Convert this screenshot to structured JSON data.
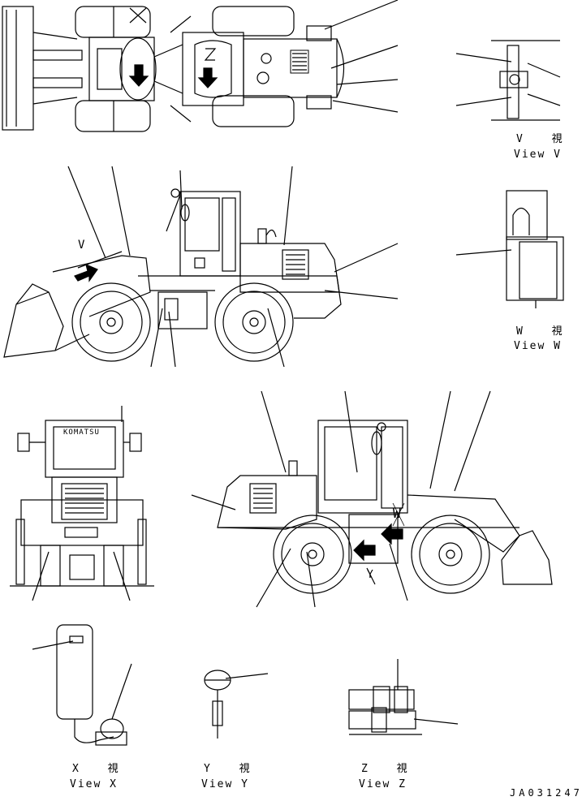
{
  "views": {
    "v": {
      "jp": "V 視",
      "en": "View V"
    },
    "w": {
      "jp": "W 視",
      "en": "View W"
    },
    "x": {
      "jp": "X 視",
      "en": "View X"
    },
    "y": {
      "jp": "Y 視",
      "en": "View Y"
    },
    "z": {
      "jp": "Z 視",
      "en": "View Z"
    }
  },
  "markers": {
    "x": "X",
    "z": "Z",
    "w": "W",
    "v": "V",
    "y": "Y"
  },
  "brand": "KOMATSU",
  "reference": "JA031247"
}
